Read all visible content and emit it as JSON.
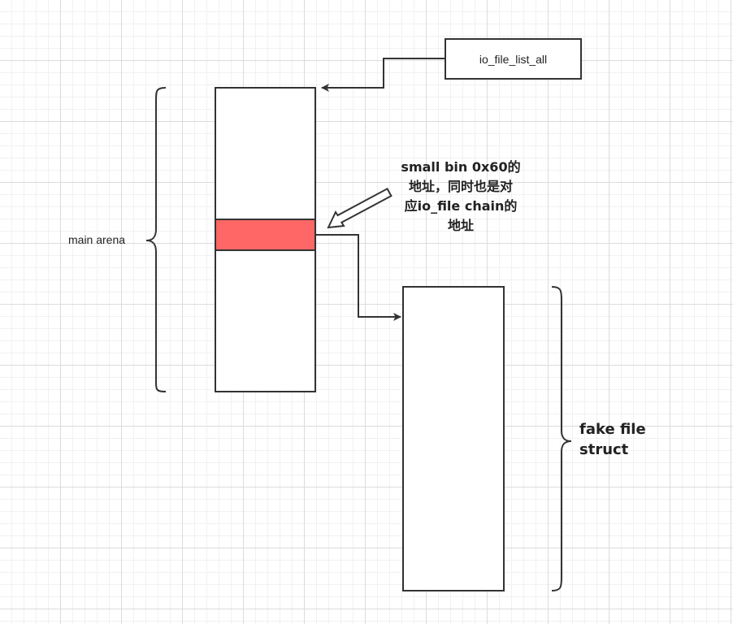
{
  "diagram": {
    "main_arena": {
      "label": "main arena"
    },
    "io_file_list_all": {
      "label": "io_file_list_all"
    },
    "small_bin_note": {
      "lines": [
        "small bin 0x60的",
        "地址，同时也是对",
        "应io_file chain的",
        "地址"
      ]
    },
    "fake_file_struct": {
      "lines": [
        "fake file",
        "struct"
      ]
    },
    "colors": {
      "highlight_slot": "#ff6666",
      "stroke": "#333333",
      "grid_major": "#dcdcdc",
      "grid_minor": "#f1f1f1"
    }
  }
}
